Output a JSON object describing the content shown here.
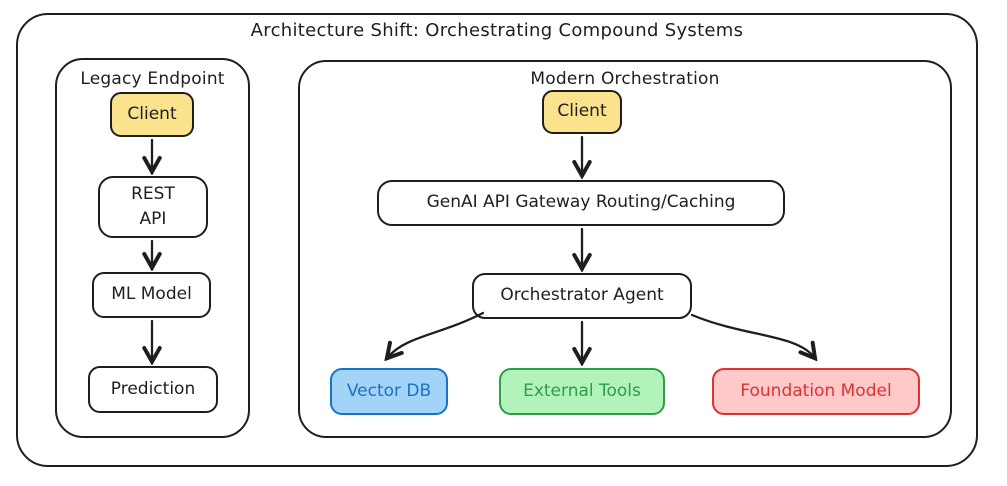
{
  "title": "Architecture Shift: Orchestrating Compound Systems",
  "colors": {
    "stroke": "#1e1e1e",
    "client_fill": "#fae38c",
    "vector_db_fill": "#a3d3f7",
    "vector_db_stroke": "#1a72c4",
    "external_tools_fill": "#b2f2bb",
    "external_tools_stroke": "#2f9e44",
    "foundation_model_fill": "#ffc9c9",
    "foundation_model_stroke": "#e03131"
  },
  "legacy": {
    "title": "Legacy Endpoint",
    "nodes": {
      "client": "Client",
      "rest_api": "REST\nAPI",
      "ml_model": "ML Model",
      "prediction": "Prediction"
    }
  },
  "modern": {
    "title": "Modern Orchestration",
    "nodes": {
      "client": "Client",
      "gateway": "GenAI API Gateway Routing/Caching",
      "orchestrator": "Orchestrator Agent",
      "vector_db": "Vector DB",
      "external_tools": "External Tools",
      "foundation_model": "Foundation Model"
    }
  }
}
